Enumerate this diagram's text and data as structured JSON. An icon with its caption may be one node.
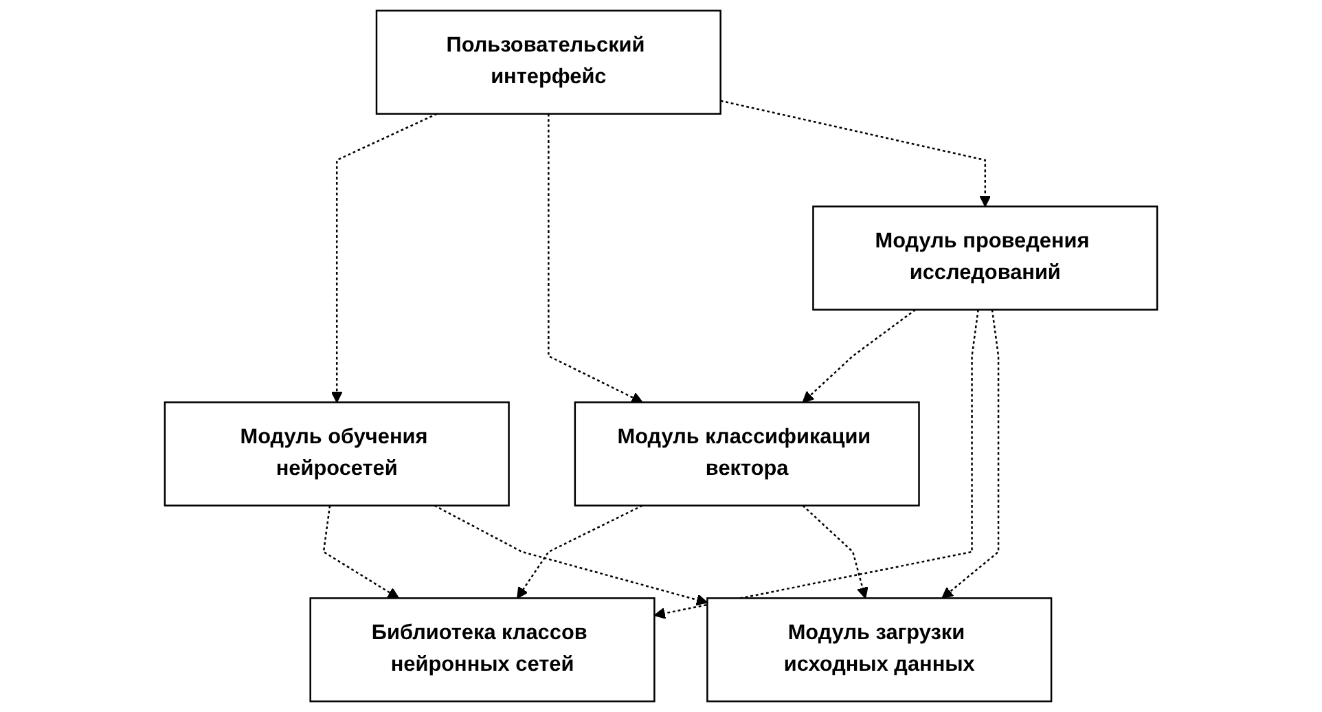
{
  "diagram": {
    "nodes": [
      {
        "text": [
          "Пользовательский интерфейс"
        ]
      },
      {
        "text": [
          "Модуль обучения нейросетей"
        ]
      },
      {
        "text": [
          "Модуль классификации вектора"
        ]
      },
      {
        "text": [
          "Модуль проведения исследований"
        ]
      },
      {
        "text": [
          "Библиотека классов нейронных сетей"
        ]
      },
      {
        "text": [
          "Модуль загрузки исходных данных"
        ]
      }
    ],
    "edges": [
      {
        "from": 0,
        "to": 1,
        "arrow": "to",
        "style": "dashed"
      },
      {
        "from": 0,
        "to": 2,
        "arrow": "to",
        "style": "dashed"
      },
      {
        "from": 0,
        "to": 3,
        "arrow": "to",
        "style": "dashed"
      },
      {
        "from": 3,
        "to": 2,
        "arrow": "to",
        "style": "dashed"
      },
      {
        "from": 1,
        "to": 4,
        "arrow": "to",
        "style": "dashed"
      },
      {
        "from": 1,
        "to": 5,
        "arrow": "to",
        "style": "dashed"
      },
      {
        "from": 2,
        "to": 4,
        "arrow": "to",
        "style": "dashed"
      },
      {
        "from": 2,
        "to": 5,
        "arrow": "to",
        "style": "dashed"
      },
      {
        "from": 3,
        "to": 4,
        "arrow": "to",
        "style": "dashed"
      },
      {
        "from": 3,
        "to": 5,
        "arrow": "to",
        "style": "dashed"
      }
    ]
  }
}
